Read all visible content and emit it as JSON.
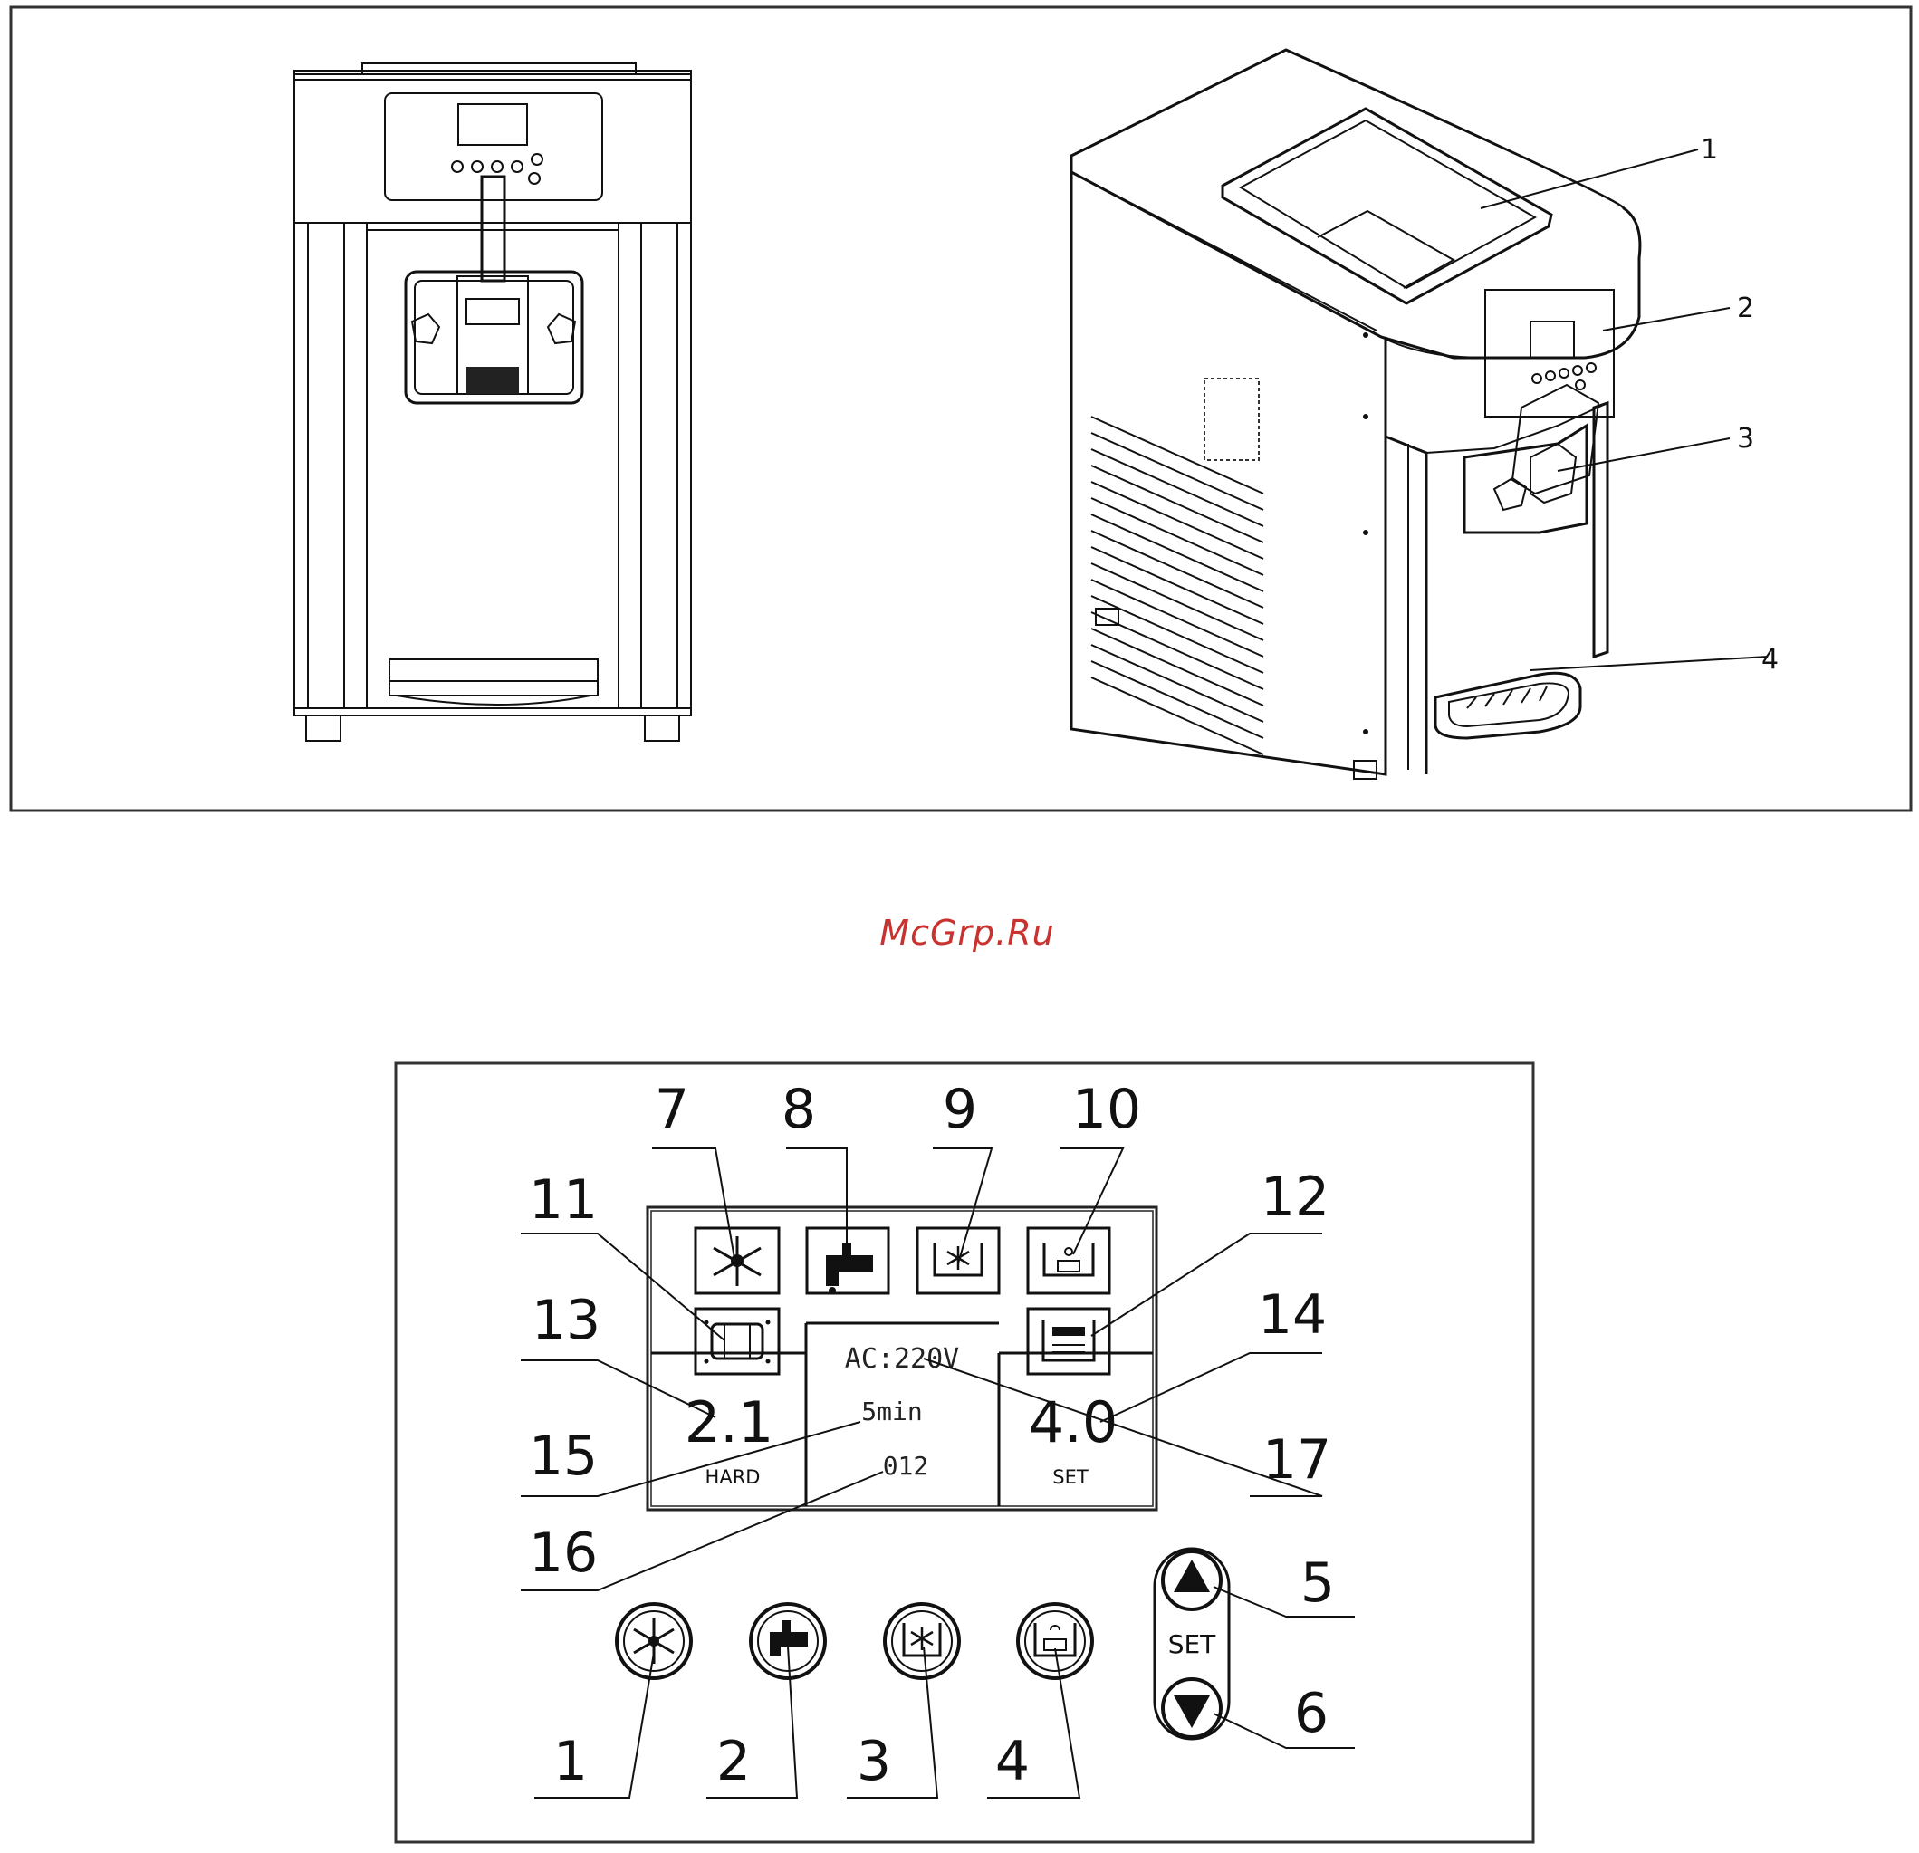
{
  "watermark": "McGrp.Ru",
  "machine_callouts": [
    "1",
    "2",
    "3",
    "4"
  ],
  "panel": {
    "display": {
      "voltage": "AC:220V",
      "time": "5min",
      "counter": "012",
      "hardness_value": "2.1",
      "hardness_label": "HARD",
      "set_value": "4.0",
      "set_label": "SET"
    },
    "set_button_label": "SET",
    "callouts": {
      "c1": "1",
      "c2": "2",
      "c3": "3",
      "c4": "4",
      "c5": "5",
      "c6": "6",
      "c7": "7",
      "c8": "8",
      "c9": "9",
      "c10": "10",
      "c11": "11",
      "c12": "12",
      "c13": "13",
      "c14": "14",
      "c15": "15",
      "c16": "16",
      "c17": "17"
    }
  }
}
